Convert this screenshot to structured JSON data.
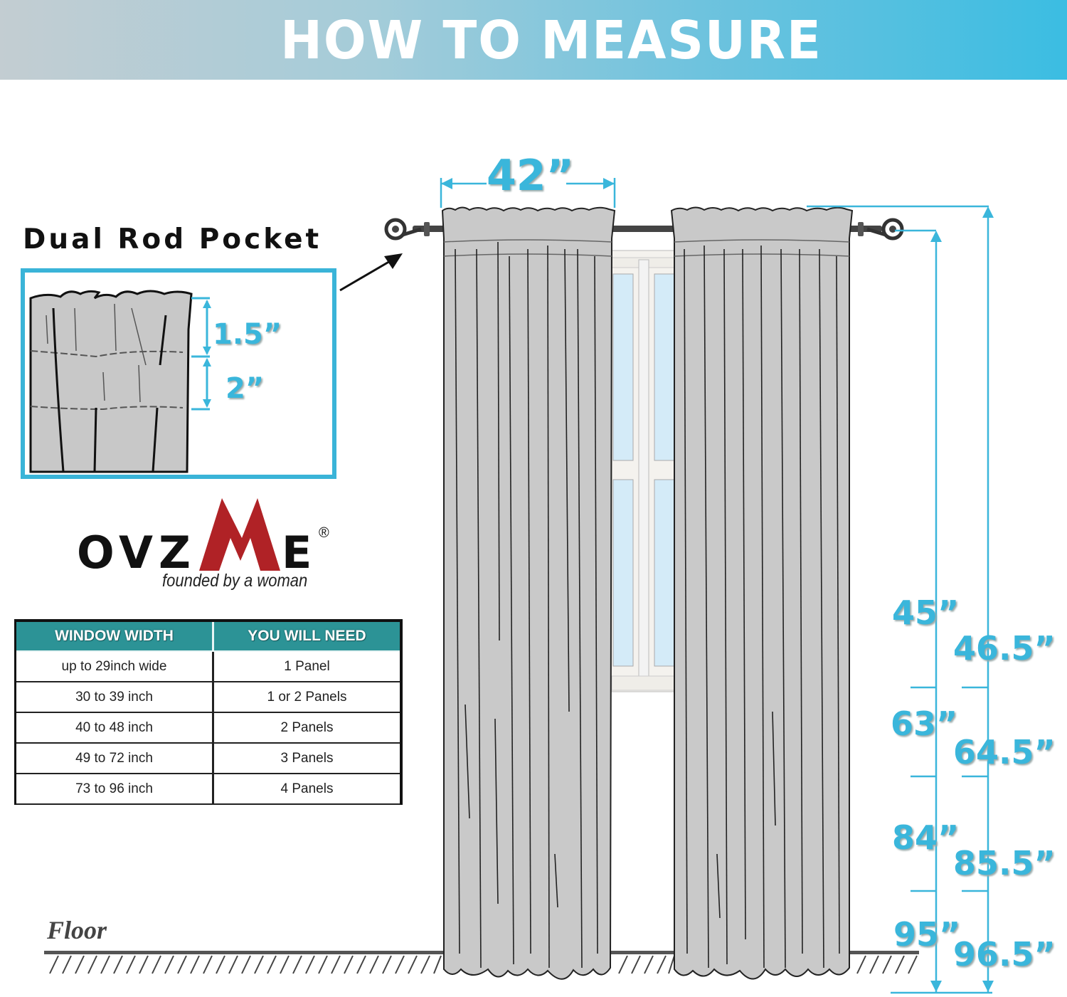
{
  "banner": {
    "title": "HOW TO MEASURE"
  },
  "rod_pocket": {
    "title": "Dual Rod Pocket",
    "top_pocket": "1.5”",
    "bottom_pocket": "2”"
  },
  "brand": {
    "name_prefix": "OVZ",
    "name_highlight": "M",
    "name_suffix": "E",
    "registered": "®",
    "tagline": "founded by a woman"
  },
  "sizing_table": {
    "headers": [
      "WINDOW WIDTH",
      "YOU WILL NEED"
    ],
    "rows": [
      [
        "up to 29inch wide",
        "1 Panel"
      ],
      [
        "30 to 39 inch",
        "1 or 2 Panels"
      ],
      [
        "40 to 48 inch",
        "2 Panels"
      ],
      [
        "49 to 72 inch",
        "3 Panels"
      ],
      [
        "73 to 96 inch",
        "4 Panels"
      ]
    ]
  },
  "diagram": {
    "panel_width": "42”",
    "floor_label": "Floor",
    "lengths_rod_pocket": [
      "45”",
      "63”",
      "84”",
      "95”"
    ],
    "lengths_total": [
      "46.5”",
      "64.5”",
      "85.5”",
      "96.5”"
    ]
  },
  "colors": {
    "accent_blue": "#3ab6db",
    "table_header": "#2c9396",
    "brand_red": "#b02226",
    "curtain_gray": "#c8c8c8"
  }
}
